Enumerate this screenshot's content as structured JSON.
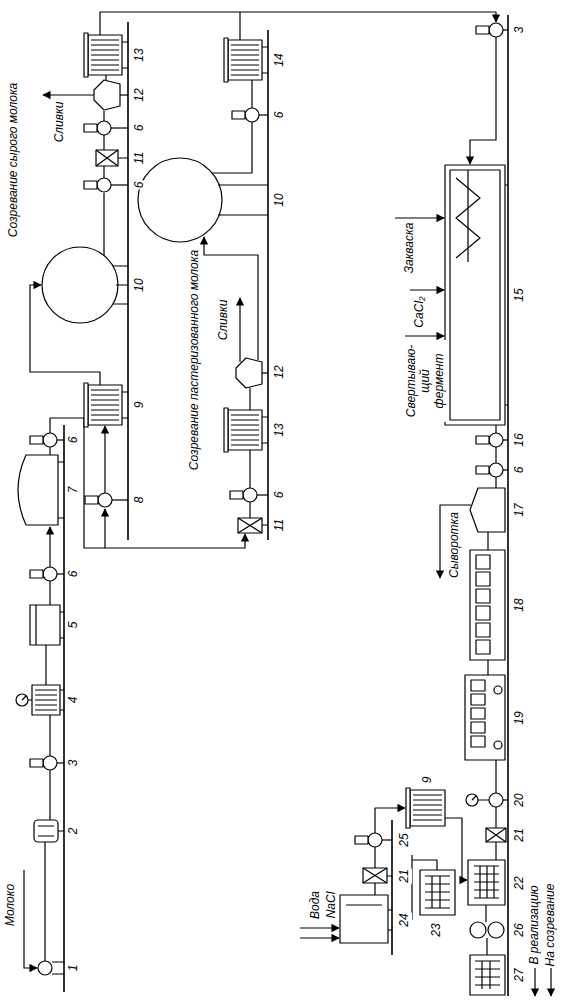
{
  "diagram": {
    "labels": [
      "Созревание сырого молока",
      "Созревание пастеризованного молока",
      "Молоко",
      "Сливки",
      "Сливки",
      "Закваска",
      "CaCl₂",
      "Свертываю- щий фермент",
      "Сыворотка",
      "Вода",
      "NaCl",
      "В реализацию",
      "На созревание",
      "1",
      "2",
      "3",
      "4",
      "5",
      "6",
      "7",
      "6",
      "8",
      "9",
      "10",
      "6",
      "11",
      "6",
      "12",
      "13",
      "14",
      "6",
      "10",
      "12",
      "13",
      "6",
      "11",
      "3",
      "15",
      "16",
      "6",
      "17",
      "18",
      "19",
      "20",
      "21",
      "22",
      "23",
      "26",
      "27",
      "24",
      "21",
      "25",
      "9"
    ]
  }
}
